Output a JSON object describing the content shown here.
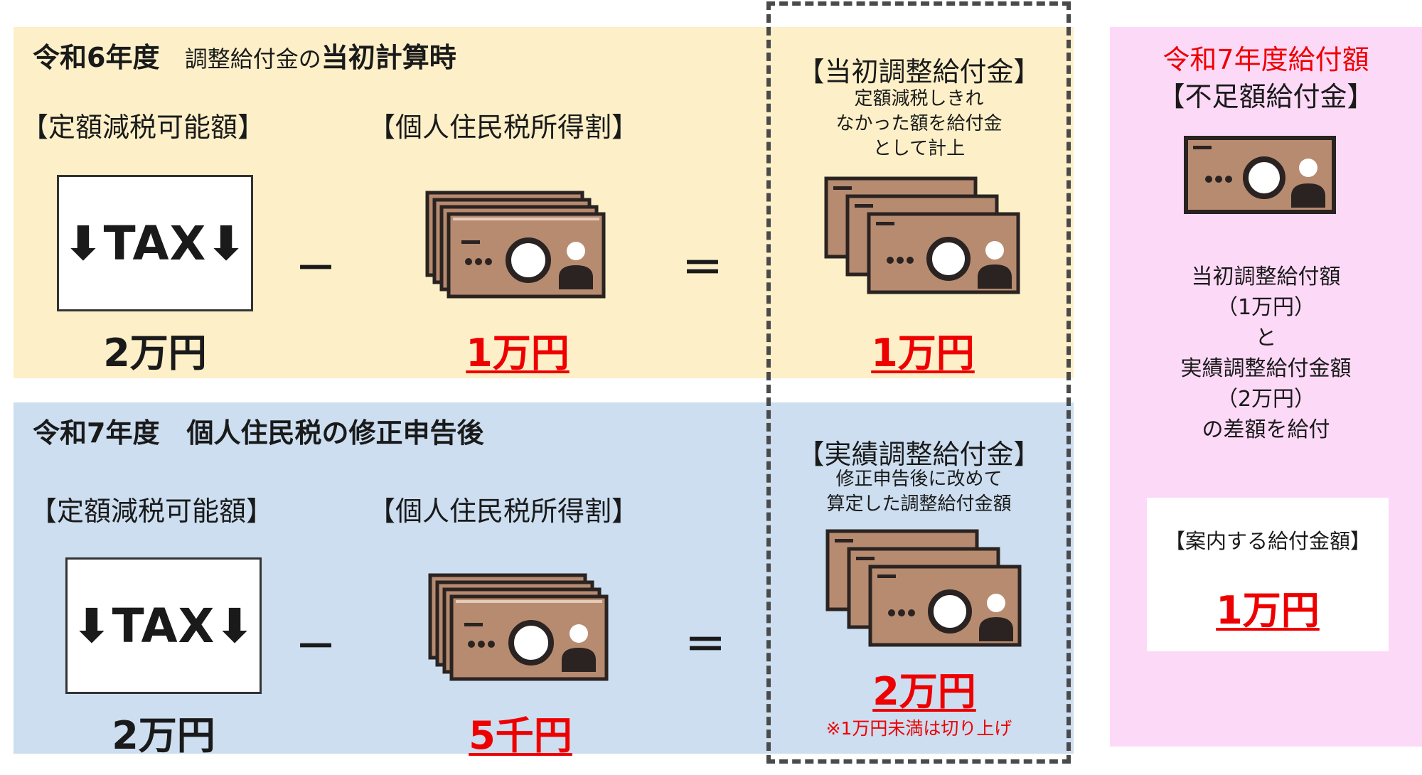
{
  "colors": {
    "accent_red": "#ee0000",
    "top_panel_bg": "#fdf0c8",
    "bottom_panel_bg": "#ccdef0",
    "pink_panel_bg": "#fdd9f8",
    "bill_brown": "#b78b70",
    "bill_dark": "#2a2321"
  },
  "top": {
    "heading_year": "令和6年度",
    "heading_mid": "調整給付金の",
    "heading_end": "当初計算時",
    "left_label": "【定額減税可能額】",
    "mid_label": "【個人住民税所得割】",
    "tax_text": "⬇TAX⬇",
    "tax_amount": "2万円",
    "minus": "－",
    "income_amount": "1万円",
    "equals": "＝",
    "result_title": "【当初調整給付金】",
    "result_sub": [
      "定額減税しきれ",
      "なかった額を給付金",
      "として計上"
    ],
    "result_amount": "1万円"
  },
  "bottom": {
    "heading": "令和7年度　個人住民税の修正申告後",
    "left_label": "【定額減税可能額】",
    "mid_label": "【個人住民税所得割】",
    "tax_text": "⬇TAX⬇",
    "tax_amount": "2万円",
    "minus": "－",
    "income_amount": "5千円",
    "equals": "＝",
    "result_title": "【実績調整給付金】",
    "result_sub": [
      "修正申告後に改めて",
      "算定した調整給付金額"
    ],
    "result_amount": "2万円",
    "result_note": "※1万円未満は切り上げ"
  },
  "right": {
    "title_line1": "令和7年度給付額",
    "title_line2": "【不足額給付金】",
    "explain": [
      "当初調整給付額",
      "（1万円）",
      "と",
      "実績調整給付金額",
      "（2万円）",
      "の差額を給付"
    ],
    "notice_title": "【案内する給付金額】",
    "notice_amount": "1万円"
  },
  "icons": {
    "tax": "tax-down-arrow-icon",
    "bill_stack": "banknote-stack-icon",
    "bill_single": "banknote-icon"
  }
}
